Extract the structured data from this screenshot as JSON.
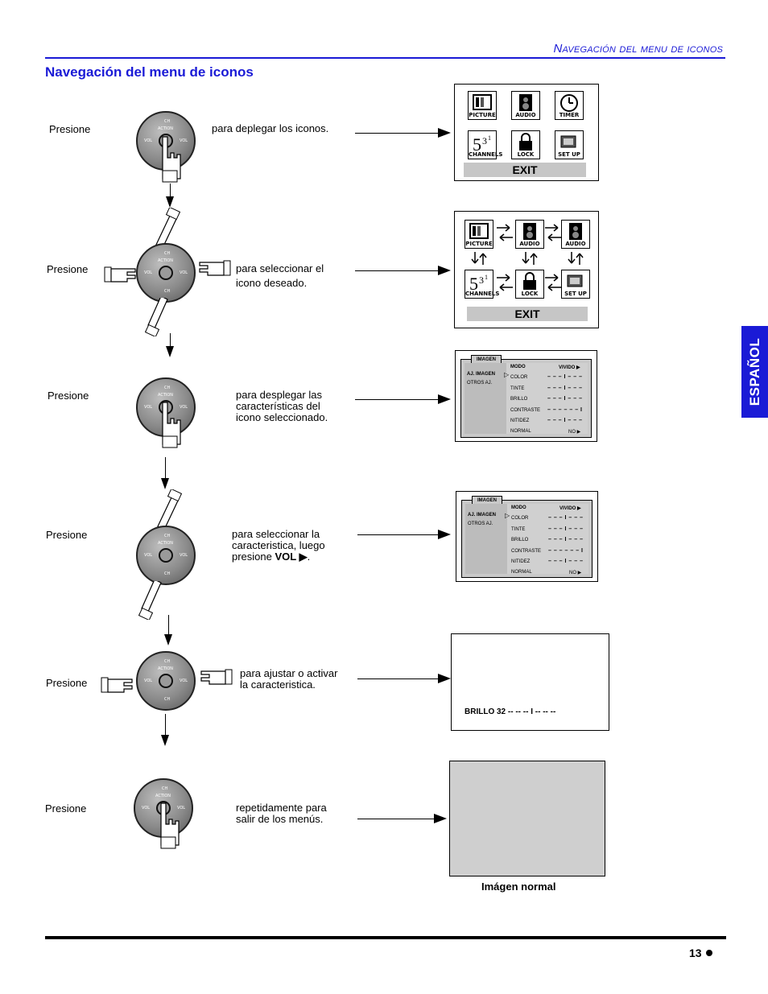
{
  "header": {
    "section_title": "Navegación del menu de iconos",
    "main_title": "Navegación del menu de iconos"
  },
  "side_tab": "ESPAÑOL",
  "steps": [
    {
      "label": "Presione",
      "desc": "para deplegar los iconos."
    },
    {
      "label": "Presione",
      "desc": "para  seleccionar  el",
      "desc2": "icono deseado."
    },
    {
      "label": "Presione",
      "desc": "para  desplegar  las",
      "desc2": "características  del",
      "desc3": "icono seleccionado."
    },
    {
      "label": "Presione",
      "desc": "para  seleccionar  la",
      "desc2": "caracteristica,  luego",
      "desc3_prefix": "presione ",
      "desc3_bold": "VOL ▶",
      "desc3_suffix": "."
    },
    {
      "label": "Presione",
      "desc": "para ajustar o activar",
      "desc2": "la caracteristica."
    },
    {
      "label": "Presione",
      "desc": "repetidamente    para",
      "desc2": "salir de los menús."
    }
  ],
  "remote": {
    "ch": "CH",
    "action": "ACTION",
    "vol": "VOL"
  },
  "icon_menu_1": {
    "icons": [
      "PICTURE",
      "AUDIO",
      "TIMER",
      "CHANNELS",
      "LOCK",
      "SET UP"
    ],
    "exit": "EXIT"
  },
  "icon_menu_2": {
    "icons": [
      "PICTURE",
      "AUDIO",
      "AUDIO",
      "CHANNELS",
      "LOCK",
      "SET UP"
    ],
    "exit": "EXIT"
  },
  "picture_menu": {
    "tab": "IMAGEN",
    "left_items": [
      "AJ. IMAGEN",
      "OTROS AJ."
    ],
    "rows": [
      {
        "name": "MODO",
        "value": "VIVIDO ▶"
      },
      {
        "name": "COLOR",
        "value": "– – – I – – –"
      },
      {
        "name": "TINTE",
        "value": "– – – I – – –"
      },
      {
        "name": "BRILLO",
        "value": "– – – I – – –"
      },
      {
        "name": "CONTRASTE",
        "value": "– – – – – – I"
      },
      {
        "name": "NITIDEZ",
        "value": "– – – I – – –"
      },
      {
        "name": "NORMAL",
        "value": "NO ▶"
      }
    ]
  },
  "brillo_screen": {
    "text": "BRILLO 32  -- -- -- I -- -- --"
  },
  "normal_screen": {
    "caption": "Imágen normal"
  },
  "footer": {
    "page": "13"
  }
}
